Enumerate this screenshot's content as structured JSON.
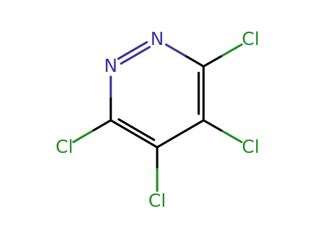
{
  "colors": {
    "background": "#ffffff",
    "carbon": "#000000",
    "nitrogen": "#3a3399",
    "chlorine": "#1f8f1f"
  },
  "atoms": [
    {
      "id": "N1",
      "element": "N",
      "label": "N",
      "color": "nitrogen"
    },
    {
      "id": "N2",
      "element": "N",
      "label": "N",
      "color": "nitrogen"
    },
    {
      "id": "C3",
      "element": "C",
      "label": "",
      "color": "carbon"
    },
    {
      "id": "C4",
      "element": "C",
      "label": "",
      "color": "carbon"
    },
    {
      "id": "C5",
      "element": "C",
      "label": "",
      "color": "carbon"
    },
    {
      "id": "C6",
      "element": "C",
      "label": "",
      "color": "carbon"
    },
    {
      "id": "Cl3",
      "element": "Cl",
      "label": "Cl",
      "color": "chlorine"
    },
    {
      "id": "Cl4",
      "element": "Cl",
      "label": "Cl",
      "color": "chlorine"
    },
    {
      "id": "Cl5",
      "element": "Cl",
      "label": "Cl",
      "color": "chlorine"
    },
    {
      "id": "Cl6",
      "element": "Cl",
      "label": "Cl",
      "color": "chlorine"
    }
  ],
  "bonds": [
    {
      "a": "N1",
      "b": "N2",
      "order": 2
    },
    {
      "a": "N2",
      "b": "C3",
      "order": 1
    },
    {
      "a": "C3",
      "b": "C4",
      "order": 2
    },
    {
      "a": "C4",
      "b": "C5",
      "order": 1
    },
    {
      "a": "C5",
      "b": "C6",
      "order": 2
    },
    {
      "a": "C6",
      "b": "N1",
      "order": 1
    },
    {
      "a": "C3",
      "b": "Cl3",
      "order": 1
    },
    {
      "a": "C4",
      "b": "Cl4",
      "order": 1
    },
    {
      "a": "C5",
      "b": "Cl5",
      "order": 1
    },
    {
      "a": "C6",
      "b": "Cl6",
      "order": 1
    }
  ]
}
